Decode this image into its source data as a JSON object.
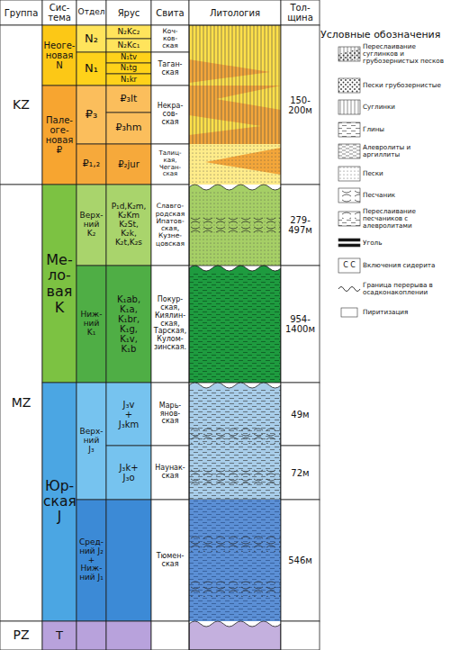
{
  "diagram": {
    "labels": [
      "Группа",
      "Сис- тема",
      "Отдел",
      "Ярус",
      "Свита",
      "Литология",
      "Тол- щина",
      "Условные обозначения",
      "KZ",
      "Неоге- новая N",
      "N₂",
      "N₂Kc₂",
      "N₂Kc₁",
      "N₁",
      "N₁tv",
      "N₁tg",
      "N₁kr",
      "Коч- ков- ская",
      "Таган- ская",
      "150- 200м",
      "Пале- оге- новая ₽",
      "₽₃",
      "₽₃lt",
      "₽₃hm",
      "Некра- сов- ская",
      "₽₁,₂",
      "₽₂jur",
      "Талиц- кая, Чеган- ская",
      "MZ",
      "Ме- ло- вая K",
      "Верх- ний K₂",
      "P₁d,K₂m, K₂Km K₂St, K₂k, K₂t,K₂s",
      "Славго- родская Ипатов- ская, Кузне- цовская",
      "279- 497м",
      "Ниж- ний K₁",
      "K₁ab, K₁a, K₁br, K₁g, K₁v, K₁b",
      "Покур- ская, Киялин- ская, Тарская, Кулом- зинская.",
      "954- 1400м",
      "Юр- ская J",
      "Верх- ний J₃",
      "J₃v + J₃km",
      "Марь- янов- ская",
      "49м",
      "J₃k+ J₃o",
      "Наунак- ская",
      "72м",
      "Сред- ний J₂ + Ниж- ний J₁",
      "Тюмен- ская",
      "546м",
      "PZ",
      "T",
      "C C"
    ],
    "legend": [
      {
        "text": "Переслаивание суглинков и грубозернистых песков"
      },
      {
        "text": "Пески грубозернистые"
      },
      {
        "text": "Суглинки"
      },
      {
        "text": "Глины"
      },
      {
        "text": "Алевролиты и аргиллиты"
      },
      {
        "text": "Пески"
      },
      {
        "text": "Песчаник"
      },
      {
        "text": "Переслаивание песчаников с алевролитами"
      },
      {
        "text": "Уголь"
      },
      {
        "text": "Включения сидерита"
      },
      {
        "text": "Граница перерыва в осадконакоплении"
      },
      {
        "text": "Пиритизация"
      }
    ]
  }
}
